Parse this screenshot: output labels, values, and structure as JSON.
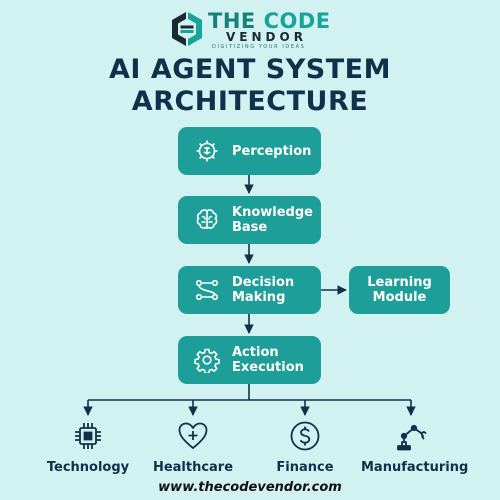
{
  "logo": {
    "line1_a": "THE ",
    "line1_b": "CODE",
    "line2": "VENDOR",
    "tagline": "DIGITIZING YOUR IDEAS"
  },
  "title": {
    "line1": "AI AGENT SYSTEM",
    "line2": "ARCHITECTURE"
  },
  "nodes": {
    "perception": {
      "label": "Perception",
      "icon": "gear-brain-icon"
    },
    "knowledge": {
      "label": "Knowledge Base",
      "icon": "brain-icon"
    },
    "decision": {
      "label": "Decision Making",
      "icon": "decision-flow-icon"
    },
    "action": {
      "label": "Action Execution",
      "icon": "gear-icon"
    },
    "learning": {
      "label": "Learning Module"
    }
  },
  "categories": [
    {
      "label": "Technology",
      "icon": "chip-icon"
    },
    {
      "label": "Healthcare",
      "icon": "heart-plus-icon"
    },
    {
      "label": "Finance",
      "icon": "dollar-coin-icon"
    },
    {
      "label": "Manufacturing",
      "icon": "robot-arm-icon"
    }
  ],
  "footer": "www.thecodevendor.com",
  "colors": {
    "background": "#d2f2f1",
    "box": "#1e9e98",
    "title": "#11304c",
    "lines": "#11304c"
  }
}
